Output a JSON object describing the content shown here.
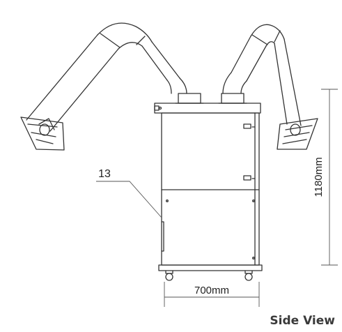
{
  "drawing": {
    "part_callout": "13",
    "width_dimension": "700mm",
    "height_dimension": "1180mm",
    "view_title": "Side View"
  }
}
